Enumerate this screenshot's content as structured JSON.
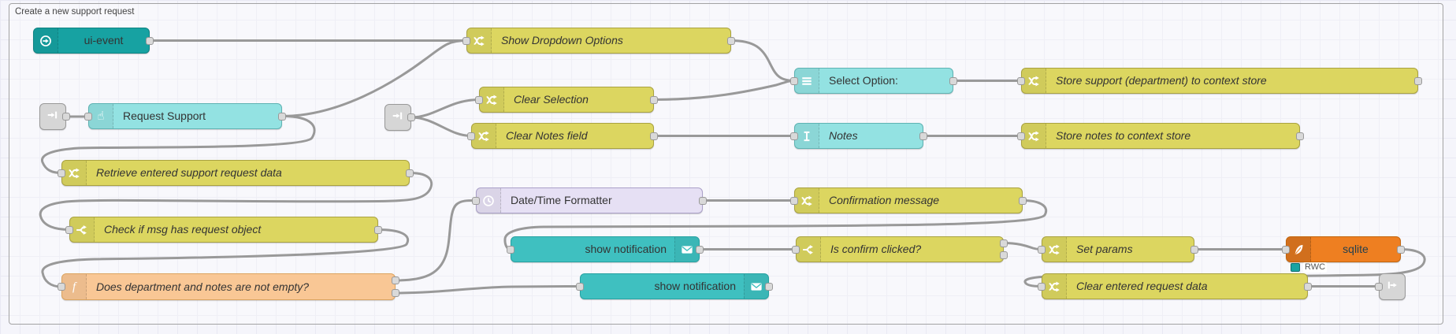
{
  "group": {
    "label": "Create a new support request"
  },
  "palette": {
    "canvas_bg": "#f5f5fb",
    "grid_line": "#e9e9f3",
    "group_border": "#a3a3a3",
    "wire": "#999999",
    "port_fill": "#d9d9d9",
    "port_border": "#999999",
    "yellow": "#dcd660",
    "yellow_border": "#a9a241",
    "cyan": "#93e2e2",
    "cyan_border": "#5fb3b3",
    "teal": "#17a2a2",
    "teal_border": "#0f8383",
    "notif": "#3fc0c0",
    "notif_border": "#27a2a2",
    "orange": "#ee7f21",
    "orange_border": "#c2650e",
    "peach": "#f9c795",
    "peach_border": "#dca45f",
    "lavender": "#e6e0f4",
    "lavender_border": "#aaa0c8",
    "link_gray": "#d6d6d6",
    "link_border": "#999999",
    "status_teal": "#18a3a3",
    "label": "#333333",
    "sqlite_label": "#26404e"
  },
  "nodes": [
    {
      "id": "ui-event",
      "type": "ui-event",
      "label": "ui-event",
      "icon": "circle-arrow-icon"
    },
    {
      "id": "show-dropdown",
      "type": "change",
      "label": "Show Dropdown Options",
      "icon": "shuffle-icon"
    },
    {
      "id": "clear-selection",
      "type": "change",
      "label": "Clear Selection",
      "icon": "shuffle-icon"
    },
    {
      "id": "select-option",
      "type": "ui-dropdown",
      "label": "Select Option:",
      "icon": "list-icon"
    },
    {
      "id": "store-support",
      "type": "change",
      "label": "Store support (department) to context store",
      "icon": "shuffle-icon"
    },
    {
      "id": "request-support",
      "type": "ui-button",
      "label": "Request Support",
      "icon": "hand-pointer-icon"
    },
    {
      "id": "clear-notes",
      "type": "change",
      "label": "Clear Notes field",
      "icon": "shuffle-icon"
    },
    {
      "id": "notes",
      "type": "ui-text-input",
      "label": "Notes",
      "icon": "text-cursor-icon"
    },
    {
      "id": "store-notes",
      "type": "change",
      "label": "Store notes to context store",
      "icon": "shuffle-icon"
    },
    {
      "id": "retrieve",
      "type": "change",
      "label": "Retrieve entered support request data",
      "icon": "shuffle-icon"
    },
    {
      "id": "datetime",
      "type": "datetime-formatter",
      "label": "Date/Time Formatter",
      "icon": "clock-icon"
    },
    {
      "id": "confirmation",
      "type": "change",
      "label": "Confirmation message",
      "icon": "shuffle-icon"
    },
    {
      "id": "check-msg",
      "type": "switch",
      "label": "Check if msg has request object",
      "icon": "fork-icon"
    },
    {
      "id": "show-notif-1",
      "type": "ui-notification",
      "label": "show notification",
      "icon": "envelope-icon"
    },
    {
      "id": "is-confirm",
      "type": "switch",
      "label": "Is confirm clicked?",
      "icon": "fork-icon"
    },
    {
      "id": "set-params",
      "type": "change",
      "label": "Set params",
      "icon": "shuffle-icon"
    },
    {
      "id": "sqlite",
      "type": "sqlite",
      "label": "sqlite",
      "icon": "feather-icon",
      "status": "RWC"
    },
    {
      "id": "does-empty",
      "type": "function",
      "label": "Does department and notes are not empty?",
      "icon": "function-icon"
    },
    {
      "id": "show-notif-2",
      "type": "ui-notification",
      "label": "show notification",
      "icon": "envelope-icon"
    },
    {
      "id": "clear-entered",
      "type": "change",
      "label": "Clear entered request data",
      "icon": "shuffle-icon"
    },
    {
      "id": "link-in-1",
      "type": "link in",
      "label": "",
      "icon": "link-in-icon"
    },
    {
      "id": "link-in-2",
      "type": "link in",
      "label": "",
      "icon": "link-in-icon"
    },
    {
      "id": "link-out-1",
      "type": "link out",
      "label": "",
      "icon": "link-out-icon"
    }
  ],
  "status": {
    "sqlite": "RWC"
  }
}
